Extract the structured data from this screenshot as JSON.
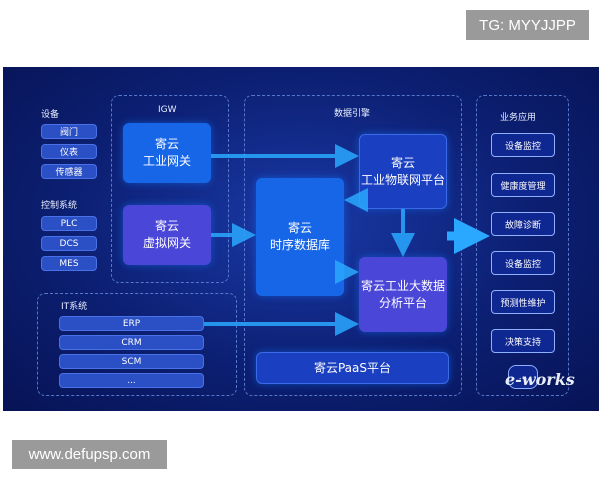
{
  "watermarks": {
    "top": "TG: MYYJJPP",
    "bottom": "www.defupsp.com"
  },
  "devices": {
    "title": "设备",
    "items": [
      "阀门",
      "仪表",
      "传感器"
    ]
  },
  "control": {
    "title": "控制系统",
    "items": [
      "PLC",
      "DCS",
      "MES"
    ]
  },
  "it": {
    "title": "IT系统",
    "items": [
      "ERP",
      "CRM",
      "SCM",
      "..."
    ]
  },
  "igw": {
    "title": "IGW",
    "gw1": [
      "寄云",
      "工业网关"
    ],
    "gw2": [
      "寄云",
      "虚拟网关"
    ]
  },
  "engine": {
    "title": "数据引擎",
    "tsdb": [
      "寄云",
      "时序数据库"
    ],
    "iot": [
      "寄云",
      "工业物联网平台"
    ],
    "bigdata": [
      "寄云工业大数据",
      "分析平台"
    ],
    "paas": "寄云PaaS平台"
  },
  "apps": {
    "title": "业务应用",
    "items": [
      "设备监控",
      "健康度管理",
      "故障诊断",
      "设备监控",
      "预测性维护",
      "决策支持",
      "..."
    ]
  },
  "logo_text": "e-works",
  "colors": {
    "arrow": "#2aa8ff",
    "panel_bg": "#0c1f72"
  }
}
